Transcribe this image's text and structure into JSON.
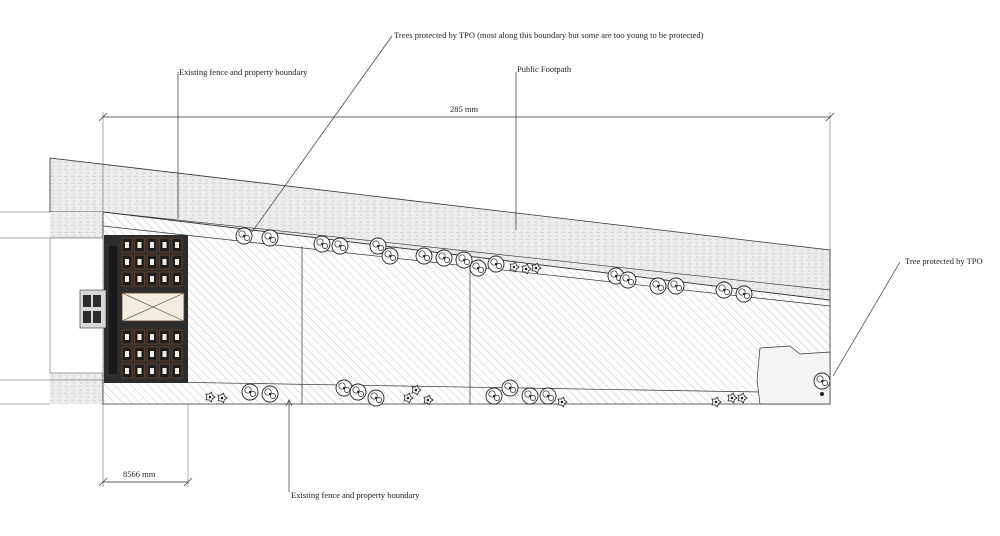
{
  "annotations": {
    "tpo_trees": "Trees protected by TPO (most along this boundary but some are too young to be protected)",
    "fence_top": "Existing fence and property boundary",
    "footpath": "Public Footpath",
    "tpo_tree": "Tree protected by TPO",
    "fence_bottom": "Existing fence and property boundary"
  },
  "dimensions": {
    "overall": "285 mm",
    "building": "8566 mm"
  },
  "colors": {
    "outline": "#333333",
    "hatch": "#9a9a9a",
    "footpath_fill": "#e6e6e6",
    "building_dark": "#2c2c2c",
    "timber": "#5a3e2b",
    "glass": "#f3ece0"
  }
}
